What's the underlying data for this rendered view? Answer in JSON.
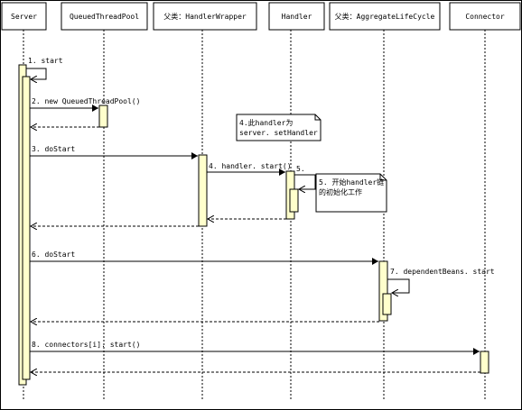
{
  "lifelines": [
    {
      "id": "server",
      "label": "Server"
    },
    {
      "id": "qtp",
      "label": "QueuedThreadPool"
    },
    {
      "id": "hw",
      "label": "父类：HandlerWrapper"
    },
    {
      "id": "handler",
      "label": "Handler"
    },
    {
      "id": "alc",
      "label": "父类：AggregateLifeCycle"
    },
    {
      "id": "connector",
      "label": "Connector"
    }
  ],
  "messages": {
    "m1": "1. start",
    "m2": "2. new QueuedThreadPool()",
    "m3": "3. doStart",
    "m4": "4. handler. start()",
    "m5": "5.",
    "m6": "6. doStart",
    "m7": "7. dependentBeans. start",
    "m8": "8. connectors[i]. start()"
  },
  "notes": {
    "note1": [
      "4.此handler为",
      "server. setHandler"
    ],
    "note2": [
      "5. 开始handler链",
      "的初始化工作"
    ]
  }
}
